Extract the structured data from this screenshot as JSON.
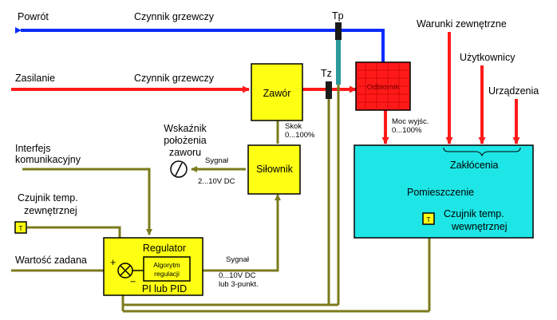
{
  "flows": {
    "return_label": "Powrót",
    "return_medium": "Czynnik grzewczy",
    "supply_label": "Zasilanie",
    "supply_medium": "Czynnik grzewczy"
  },
  "sensors": {
    "tp": "Tp",
    "tz": "Tz",
    "t_icon": "T"
  },
  "components": {
    "valve": "Zawór",
    "actuator": "Siłownik",
    "heater": "Odbiornik",
    "room": "Pomieszczenie",
    "room_sensor_line1": "Czujnik temp.",
    "room_sensor_line2": "wewnętrznej",
    "disturbances": "Zakłócenia"
  },
  "external_inputs": {
    "conditions": "Warunki zewnętrzne",
    "users": "Użytkownicy",
    "devices": "Urządzenia"
  },
  "signals": {
    "stroke_line1": "Skok",
    "stroke_line2": "0...100%",
    "output_line1": "Moc wyjśc.",
    "output_line2": "0...100%",
    "actuator_signal": "Sygnał",
    "actuator_range": "2...10V DC",
    "regulator_signal": "Sygnał",
    "regulator_range1": "0...10V DC",
    "regulator_range2": "lub 3-punkt."
  },
  "indicator": {
    "line1": "Wskaźnik",
    "line2": "położenia",
    "line3": "zaworu"
  },
  "interface": {
    "line1": "Interfejs",
    "line2": "komunikacyjny"
  },
  "outdoor_sensor": {
    "line1": "Czujnik temp.",
    "line2": "zewnętrznej"
  },
  "setpoint": "Wartość zadana",
  "regulator": {
    "title": "Regulator",
    "algorithm_line1": "Algorytm",
    "algorithm_line2": "regulacji",
    "type": "PI lub PID",
    "plus": "+",
    "minus": "−"
  },
  "colors": {
    "return_pipe": "#0b2cff",
    "supply_pipe": "#ff1a1a",
    "signal_line": "#7b7b1e",
    "component_fill": "#ffff14",
    "room_fill": "#1ee6e6",
    "heater_fill": "#ff1a1a",
    "sensor_teal": "#2a9a9a"
  }
}
